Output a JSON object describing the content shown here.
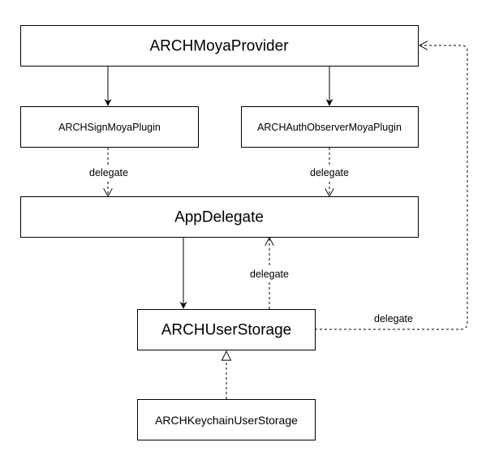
{
  "nodes": {
    "moya_provider": "ARCHMoyaProvider",
    "sign_plugin": "ARCHSignMoyaPlugin",
    "auth_plugin": "ARCHAuthObserverMoyaPlugin",
    "app_delegate": "AppDelegate",
    "user_storage": "ARCHUserStorage",
    "keychain_storage": "ARCHKeychainUserStorage"
  },
  "edges": {
    "sign_to_appdelegate": "delegate",
    "auth_to_appdelegate": "delegate",
    "storage_to_appdelegate": "delegate",
    "storage_to_provider": "delegate"
  }
}
